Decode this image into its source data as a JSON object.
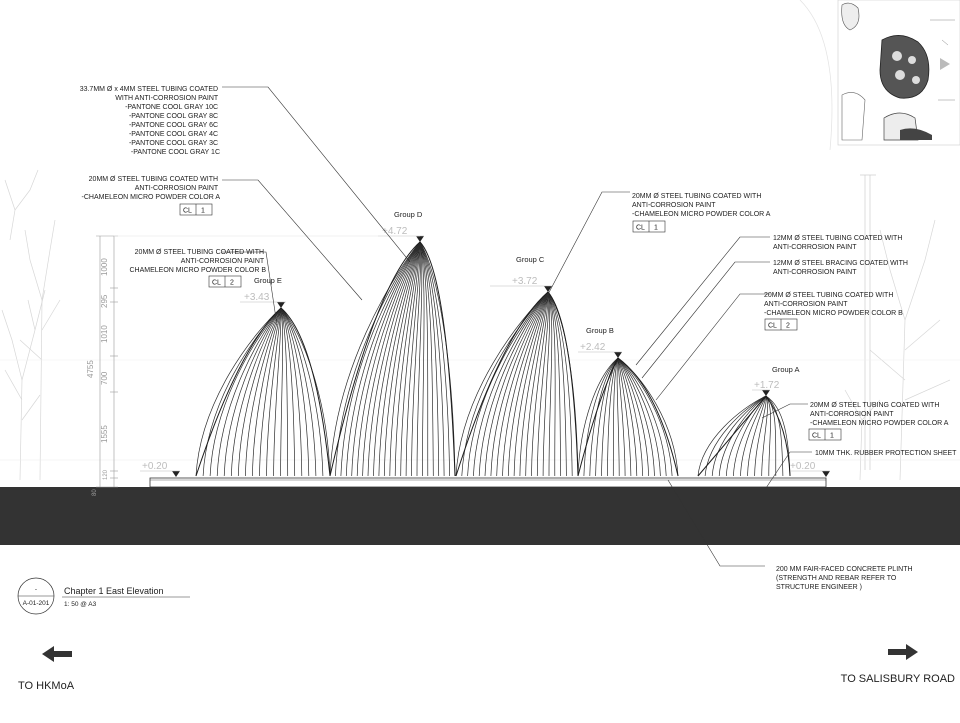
{
  "groups": {
    "a": "Group A",
    "b": "Group B",
    "c": "Group C",
    "d": "Group D",
    "e": "Group E"
  },
  "levels": {
    "e": "+3.43",
    "d": "+4.72",
    "c": "+3.72",
    "b": "+2.42",
    "a": "+1.72",
    "left": "+0.20",
    "right": "+0.20"
  },
  "dimensions": {
    "overall": "4755",
    "d1": "1000",
    "d2": "295",
    "d3": "1010",
    "d4": "700",
    "d5": "1555",
    "d6": "120",
    "d7": "80"
  },
  "notes": {
    "n1": [
      "33.7MM Ø x 4MM STEEL TUBING COATED",
      "WITH ANTI-CORROSION PAINT",
      "-PANTONE COOL GRAY 10C",
      "-PANTONE COOL GRAY 8C",
      "-PANTONE COOL GRAY 6C",
      "-PANTONE COOL GRAY 4C",
      "-PANTONE COOL GRAY 3C",
      "-PANTONE COOL GRAY 1C"
    ],
    "n2": [
      "20MM Ø STEEL TUBING COATED WITH",
      "ANTI-CORROSION PAINT",
      "-CHAMELEON MICRO POWDER COLOR A"
    ],
    "n3": [
      "20MM Ø STEEL TUBING COATED WITH",
      "ANTI-CORROSION PAINT",
      "CHAMELEON MICRO POWDER COLOR B"
    ],
    "n4": [
      "20MM Ø STEEL TUBING COATED WITH",
      "ANTI-CORROSION PAINT",
      "-CHAMELEON MICRO POWDER COLOR A"
    ],
    "n5": [
      "12MM Ø STEEL TUBING COATED WITH",
      "ANTI-CORROSION PAINT"
    ],
    "n6": [
      "12MM Ø STEEL BRACING  COATED WITH",
      "ANTI-CORROSION PAINT"
    ],
    "n7": [
      "20MM Ø STEEL TUBING COATED WITH",
      "ANTI-CORROSION PAINT",
      "-CHAMELEON MICRO POWDER COLOR B"
    ],
    "n8": [
      "20MM Ø STEEL TUBING COATED WITH",
      "ANTI-CORROSION PAINT",
      "-CHAMELEON MICRO POWDER COLOR A"
    ],
    "n9": [
      "10MM THK. RUBBER PROTECTION SHEET"
    ],
    "n10": [
      "200 MM FAIR-FACED CONCRETE PLINTH",
      "(STRENGTH AND REBAR REFER TO",
      "STRUCTURE ENGINEER )"
    ]
  },
  "tags": {
    "cl": "CL",
    "t1": "1",
    "t2": "2",
    "t3": "1",
    "t4": "2",
    "t5": "1"
  },
  "title_block": {
    "symbol_top": "-",
    "symbol_ref": "A-01-201",
    "title": "Chapter 1 East Elevation",
    "scale": "1: 50 @ A3"
  },
  "directions": {
    "left": "TO HKMoA",
    "right": "TO SALISBURY ROAD"
  },
  "colors": {
    "ground": "#333333",
    "line": "#333333",
    "level": "#bdbdbd"
  }
}
